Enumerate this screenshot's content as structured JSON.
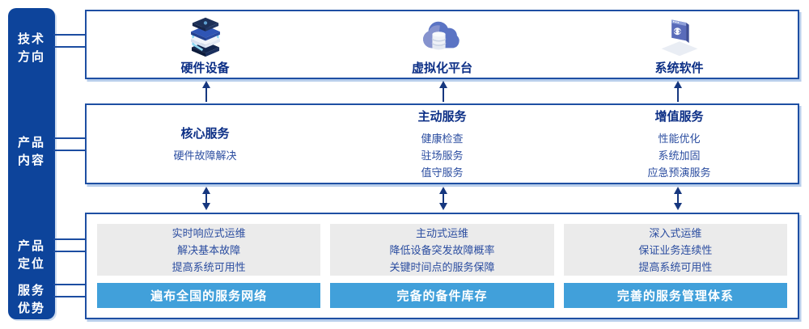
{
  "colors": {
    "sidebar_bg": "#0d449b",
    "box_border": "#1e4fa3",
    "accent_bar": "#41a0da",
    "panel_gray": "#ebebeb",
    "title_text": "#0c2f86",
    "body_text": "#2b4da0",
    "arrow": "#16377f",
    "swoosh_blue": "#8ed7f2"
  },
  "sidebar": {
    "items": [
      {
        "line1": "技术",
        "line2": "方向"
      },
      {
        "line1": "产品",
        "line2": "内容"
      },
      {
        "line1": "产品",
        "line2": "定位"
      },
      {
        "line1": "服务",
        "line2": "优势"
      }
    ]
  },
  "tech_direction": {
    "columns": [
      {
        "icon": "server-stack-icon",
        "label": "硬件设备"
      },
      {
        "icon": "cloud-database-icon",
        "label": "虚拟化平台"
      },
      {
        "icon": "code-window-icon",
        "label": "系统软件"
      }
    ]
  },
  "product_content": {
    "columns": [
      {
        "title": "核心服务",
        "items": [
          "硬件故障解决"
        ]
      },
      {
        "title": "主动服务",
        "items": [
          "健康检查",
          "驻场服务",
          "值守服务"
        ]
      },
      {
        "title": "增值服务",
        "items": [
          "性能优化",
          "系统加固",
          "应急预演服务"
        ]
      }
    ]
  },
  "product_positioning": {
    "columns": [
      {
        "lines": [
          "实时响应式运维",
          "解决基本故障",
          "提高系统可用性"
        ],
        "advantage": "遍布全国的服务网络"
      },
      {
        "lines": [
          "主动式运维",
          "降低设备突发故障概率",
          "关键时间点的服务保障"
        ],
        "advantage": "完备的备件库存"
      },
      {
        "lines": [
          "深入式运维",
          "保证业务连续性",
          "提高系统可用性"
        ],
        "advantage": "完善的服务管理体系"
      }
    ]
  }
}
